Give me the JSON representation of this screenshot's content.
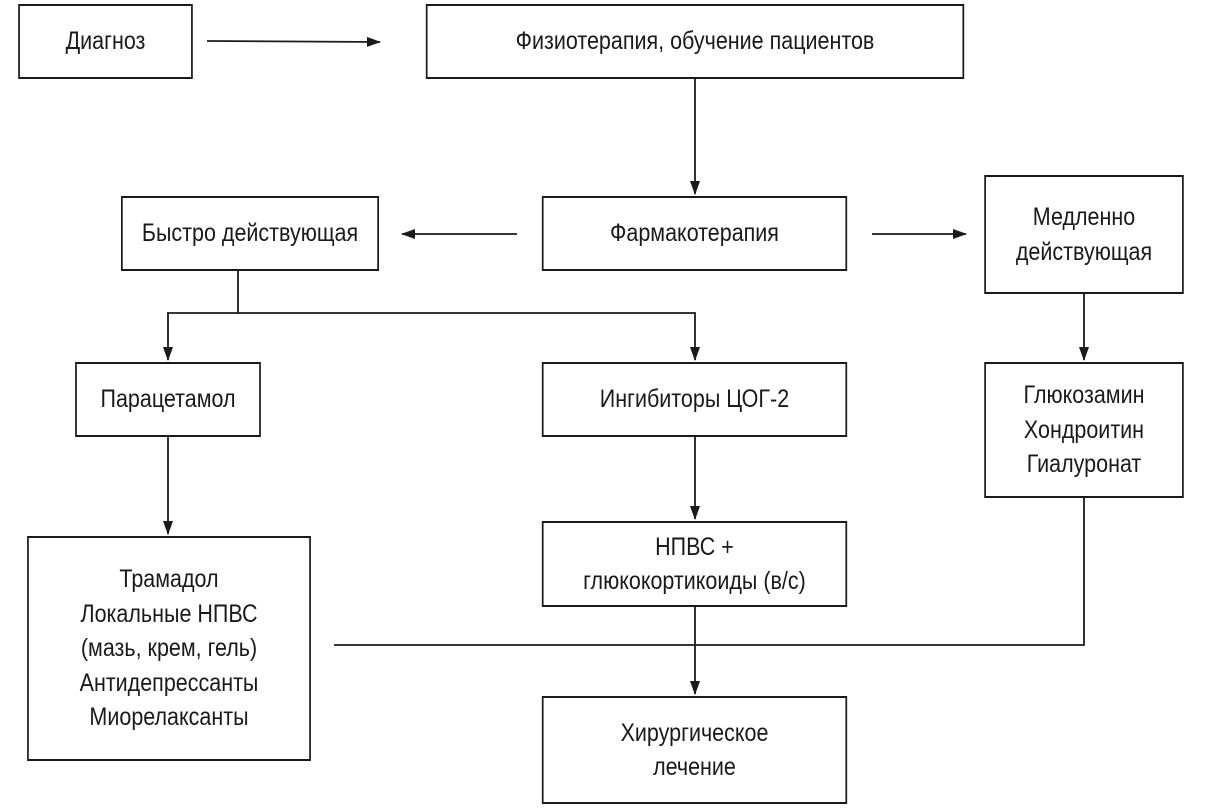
{
  "nodes": {
    "diagnosis": {
      "lines": [
        "Диагноз"
      ]
    },
    "physio": {
      "lines": [
        "Физиотерапия, обучение пациентов"
      ]
    },
    "pharma": {
      "lines": [
        "Фармакотерапия"
      ]
    },
    "fast": {
      "lines": [
        "Быстро действующая"
      ]
    },
    "slow": {
      "lines": [
        "Медленно",
        "действующая"
      ]
    },
    "paracetamol": {
      "lines": [
        "Парацетамол"
      ]
    },
    "cox2": {
      "lines": [
        "Ингибиторы ЦОГ-2"
      ]
    },
    "glucosamine": {
      "lines": [
        "Глюкозамин",
        "Хондроитин",
        "Гиалуронат"
      ]
    },
    "nsaid": {
      "lines": [
        "НПВС +",
        "глюкокортикоиды (в/с)"
      ]
    },
    "tramadol": {
      "lines": [
        "Трамадол",
        "Локальные НПВС",
        "(мазь, крем, гель)",
        "Антидепрессанты",
        "Миорелаксанты"
      ]
    },
    "surgery": {
      "lines": [
        "Хирургическое",
        "лечение"
      ]
    }
  },
  "edges": [
    {
      "from": "diagnosis",
      "to": "physio"
    },
    {
      "from": "physio",
      "to": "pharma"
    },
    {
      "from": "pharma",
      "to": "fast"
    },
    {
      "from": "pharma",
      "to": "slow"
    },
    {
      "from": "fast",
      "to": "paracetamol"
    },
    {
      "from": "fast",
      "to": "cox2"
    },
    {
      "from": "slow",
      "to": "glucosamine"
    },
    {
      "from": "paracetamol",
      "to": "tramadol"
    },
    {
      "from": "cox2",
      "to": "nsaid"
    },
    {
      "from": "nsaid",
      "to": "surgery"
    },
    {
      "from": "tramadol",
      "to": "surgery"
    },
    {
      "from": "glucosamine",
      "to": "surgery"
    }
  ]
}
